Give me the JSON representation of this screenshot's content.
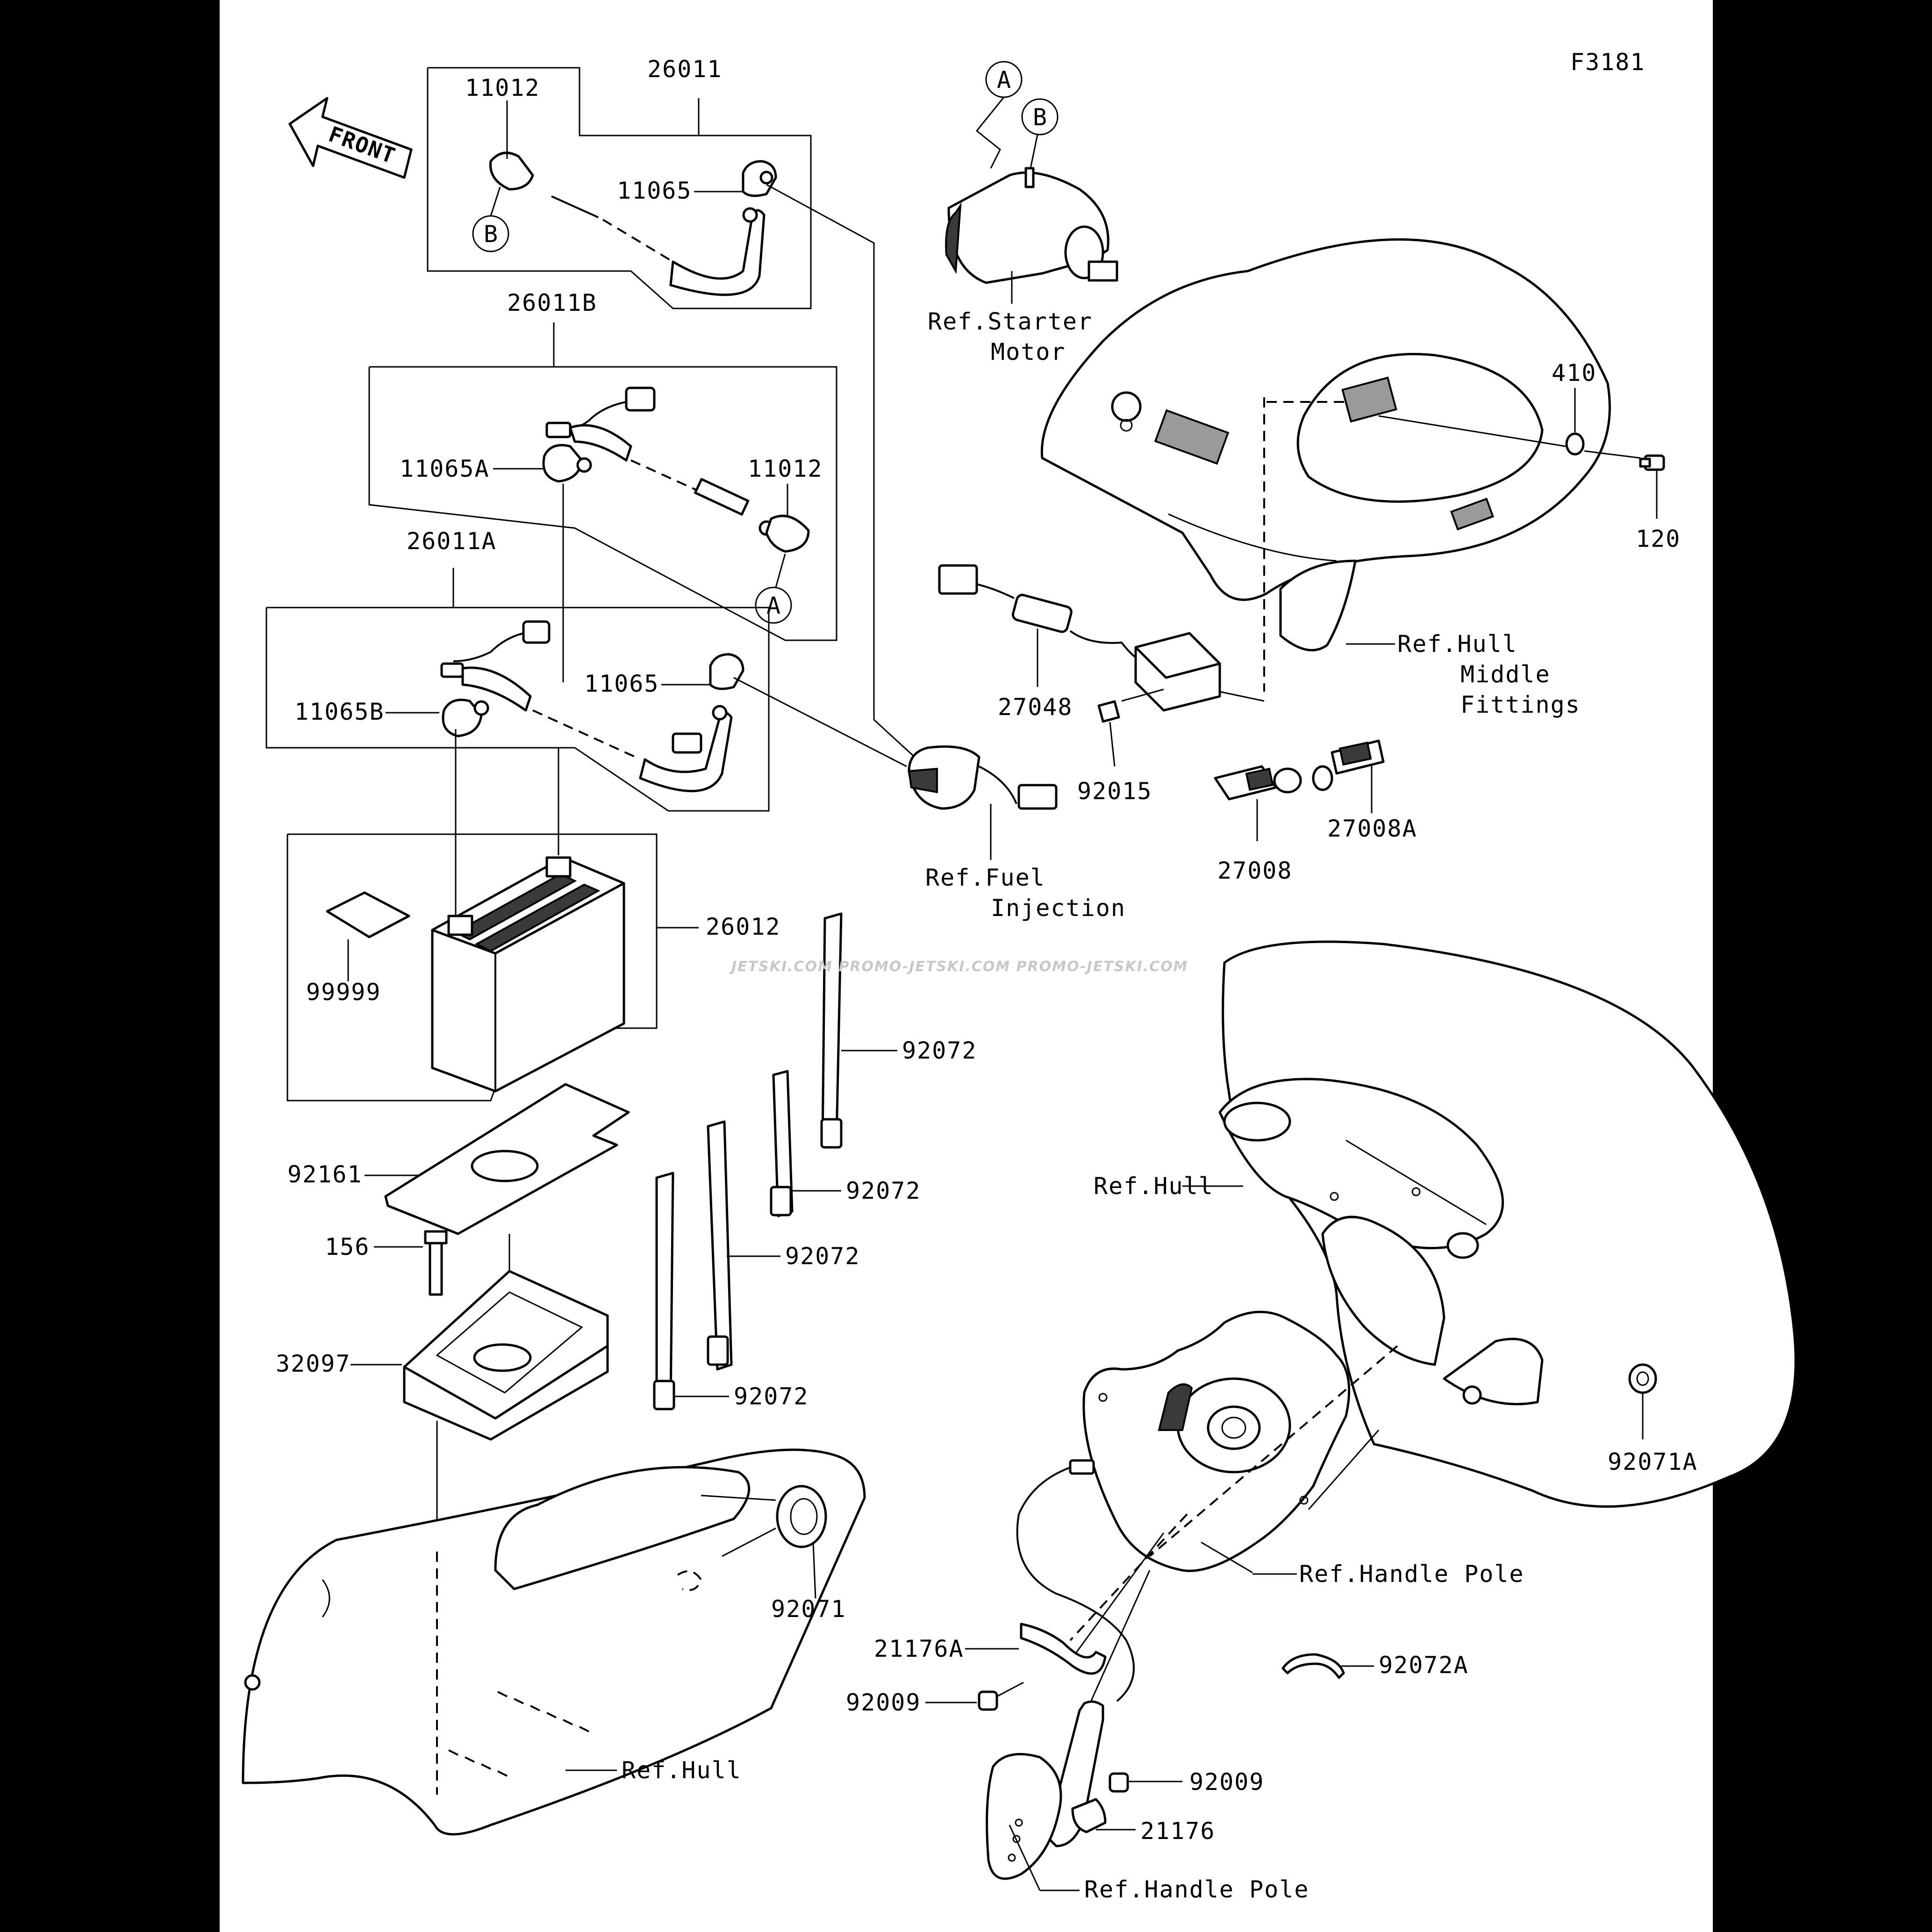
{
  "figure_code": "F3181",
  "front_arrow_label": "FRONT",
  "watermark": "JETSKI.COM PROMO-JETSKI.COM PROMO-JETSKI.COM",
  "callouts": {
    "A": "A",
    "B": "B"
  },
  "labels": {
    "p26011": "26011",
    "p11012_top": "11012",
    "p11065_top": "11065",
    "p26011B": "26011B",
    "p11065A": "11065A",
    "p11012_mid": "11012",
    "p26011A": "26011A",
    "p11065_mid": "11065",
    "p11065B": "11065B",
    "p26012": "26012",
    "p99999": "99999",
    "p92161": "92161",
    "p156": "156",
    "p32097": "32097",
    "p92072_a": "92072",
    "p92072_b": "92072",
    "p92072_c": "92072",
    "p92072_d": "92072",
    "p92071": "92071",
    "ref_starter_1": "Ref.Starter",
    "ref_starter_2": "Motor",
    "p410": "410",
    "p120": "120",
    "ref_hull_mid_1": "Ref.Hull",
    "ref_hull_mid_2": "Middle",
    "ref_hull_mid_3": "Fittings",
    "p27048": "27048",
    "p92015": "92015",
    "p27008": "27008",
    "p27008A": "27008A",
    "ref_fuel_1": "Ref.Fuel",
    "ref_fuel_2": "Injection",
    "ref_hull_right": "Ref.Hull",
    "p92071A": "92071A",
    "ref_handle_pole_1": "Ref.Handle Pole",
    "p21176A": "21176A",
    "p92009_a": "92009",
    "p92072A": "92072A",
    "p92009_b": "92009",
    "p21176": "21176",
    "ref_handle_pole_2": "Ref.Handle Pole",
    "ref_hull_bottom": "Ref.Hull"
  }
}
